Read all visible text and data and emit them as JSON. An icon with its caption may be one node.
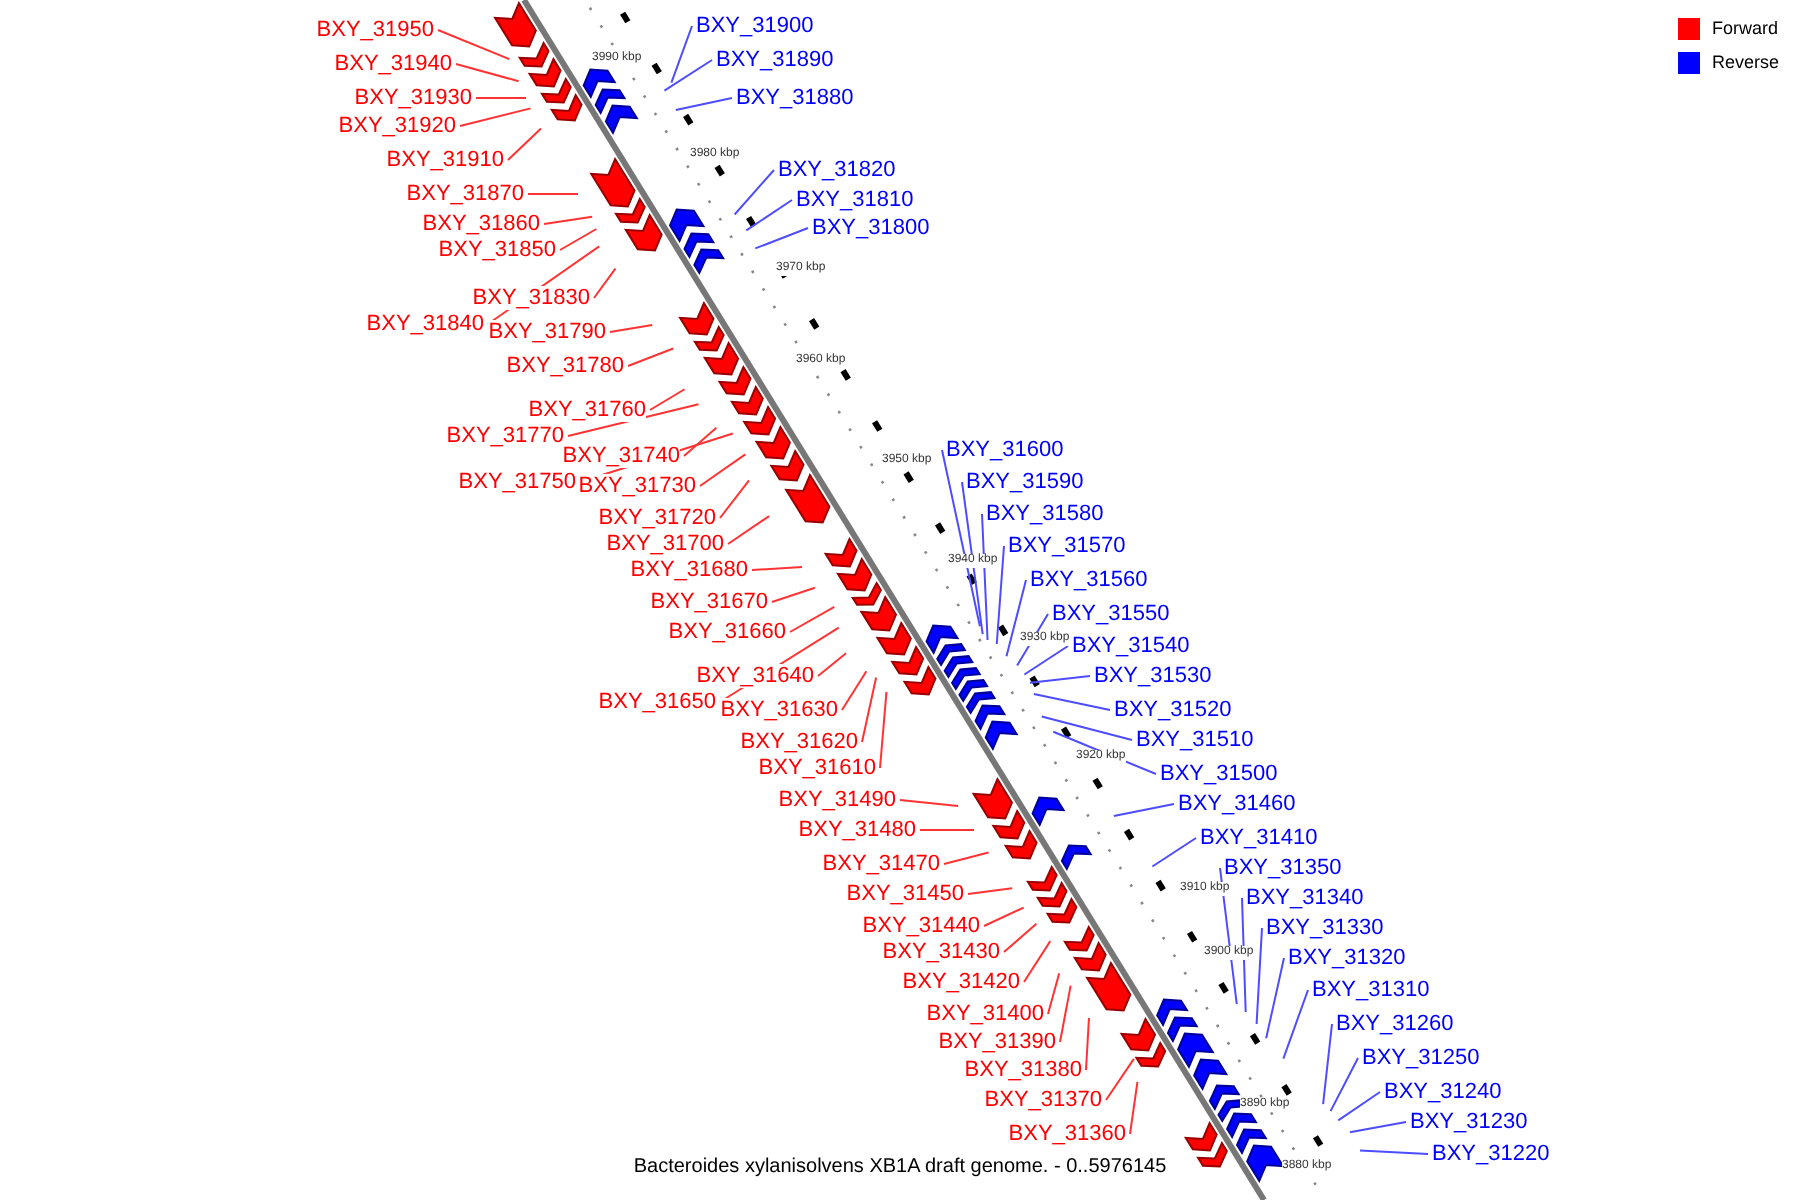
{
  "diagram": {
    "caption": "Bacteroides xylanisolvens XB1A draft genome. - 0..5976145",
    "nodes": [
      {
        "text": [
          "BXY_31950"
        ]
      },
      {
        "text": [
          "BXY_31940"
        ]
      },
      {
        "text": [
          "BXY_31930"
        ]
      },
      {
        "text": [
          "BXY_31920"
        ]
      },
      {
        "text": [
          "BXY_31910"
        ]
      },
      {
        "text": [
          "BXY_31870"
        ]
      },
      {
        "text": [
          "BXY_31860"
        ]
      },
      {
        "text": [
          "BXY_31850"
        ]
      },
      {
        "text": [
          "BXY_31830"
        ]
      },
      {
        "text": [
          "BXY_31840"
        ]
      },
      {
        "text": [
          "BXY_31790"
        ]
      },
      {
        "text": [
          "BXY_31780"
        ]
      },
      {
        "text": [
          "BXY_31760"
        ]
      },
      {
        "text": [
          "BXY_31770"
        ]
      },
      {
        "text": [
          "BXY_31740"
        ]
      },
      {
        "text": [
          "BXY_31750"
        ]
      },
      {
        "text": [
          "BXY_31730"
        ]
      },
      {
        "text": [
          "BXY_31720"
        ]
      },
      {
        "text": [
          "BXY_31700"
        ]
      },
      {
        "text": [
          "BXY_31680"
        ]
      },
      {
        "text": [
          "BXY_31670"
        ]
      },
      {
        "text": [
          "BXY_31660"
        ]
      },
      {
        "text": [
          "BXY_31640"
        ]
      },
      {
        "text": [
          "BXY_31650"
        ]
      },
      {
        "text": [
          "BXY_31630"
        ]
      },
      {
        "text": [
          "BXY_31620"
        ]
      },
      {
        "text": [
          "BXY_31610"
        ]
      },
      {
        "text": [
          "BXY_31490"
        ]
      },
      {
        "text": [
          "BXY_31480"
        ]
      },
      {
        "text": [
          "BXY_31470"
        ]
      },
      {
        "text": [
          "BXY_31450"
        ]
      },
      {
        "text": [
          "BXY_31440"
        ]
      },
      {
        "text": [
          "BXY_31430"
        ]
      },
      {
        "text": [
          "BXY_31420"
        ]
      },
      {
        "text": [
          "BXY_31400"
        ]
      },
      {
        "text": [
          "BXY_31390"
        ]
      },
      {
        "text": [
          "BXY_31380"
        ]
      },
      {
        "text": [
          "BXY_31370"
        ]
      },
      {
        "text": [
          "BXY_31360"
        ]
      },
      {
        "text": [
          "BXY_31900"
        ]
      },
      {
        "text": [
          "BXY_31890"
        ]
      },
      {
        "text": [
          "BXY_31880"
        ]
      },
      {
        "text": [
          "BXY_31820"
        ]
      },
      {
        "text": [
          "BXY_31810"
        ]
      },
      {
        "text": [
          "BXY_31800"
        ]
      },
      {
        "text": [
          "BXY_31600"
        ]
      },
      {
        "text": [
          "BXY_31590"
        ]
      },
      {
        "text": [
          "BXY_31580"
        ]
      },
      {
        "text": [
          "BXY_31570"
        ]
      },
      {
        "text": [
          "BXY_31560"
        ]
      },
      {
        "text": [
          "BXY_31550"
        ]
      },
      {
        "text": [
          "BXY_31540"
        ]
      },
      {
        "text": [
          "BXY_31530"
        ]
      },
      {
        "text": [
          "BXY_31520"
        ]
      },
      {
        "text": [
          "BXY_31510"
        ]
      },
      {
        "text": [
          "BXY_31500"
        ]
      },
      {
        "text": [
          "BXY_31460"
        ]
      },
      {
        "text": [
          "BXY_31410"
        ]
      },
      {
        "text": [
          "BXY_31350"
        ]
      },
      {
        "text": [
          "BXY_31340"
        ]
      },
      {
        "text": [
          "BXY_31330"
        ]
      },
      {
        "text": [
          "BXY_31320"
        ]
      },
      {
        "text": [
          "BXY_31310"
        ]
      },
      {
        "text": [
          "BXY_31260"
        ]
      },
      {
        "text": [
          "BXY_31250"
        ]
      },
      {
        "text": [
          "BXY_31240"
        ]
      },
      {
        "text": [
          "BXY_31230"
        ]
      },
      {
        "text": [
          "BXY_31220"
        ]
      }
    ],
    "edges": [
      {
        "from": 0,
        "to": null,
        "arrow": "none"
      },
      {
        "from": 1,
        "to": null,
        "arrow": "none"
      },
      {
        "from": 2,
        "to": null,
        "arrow": "none"
      },
      {
        "from": 3,
        "to": null,
        "arrow": "none"
      },
      {
        "from": 4,
        "to": null,
        "arrow": "none"
      },
      {
        "from": 5,
        "to": null,
        "arrow": "none"
      },
      {
        "from": 6,
        "to": null,
        "arrow": "none"
      },
      {
        "from": 7,
        "to": null,
        "arrow": "none"
      },
      {
        "from": 8,
        "to": null,
        "arrow": "none"
      },
      {
        "from": 9,
        "to": null,
        "arrow": "none"
      },
      {
        "from": 10,
        "to": null,
        "arrow": "none"
      },
      {
        "from": 11,
        "to": null,
        "arrow": "none"
      },
      {
        "from": 12,
        "to": null,
        "arrow": "none"
      },
      {
        "from": 13,
        "to": null,
        "arrow": "none"
      },
      {
        "from": 14,
        "to": null,
        "arrow": "none"
      },
      {
        "from": 15,
        "to": null,
        "arrow": "none"
      },
      {
        "from": 16,
        "to": null,
        "arrow": "none"
      },
      {
        "from": 17,
        "to": null,
        "arrow": "none"
      },
      {
        "from": 18,
        "to": null,
        "arrow": "none"
      },
      {
        "from": 19,
        "to": null,
        "arrow": "none"
      },
      {
        "from": 20,
        "to": null,
        "arrow": "none"
      },
      {
        "from": 21,
        "to": null,
        "arrow": "none"
      },
      {
        "from": 22,
        "to": null,
        "arrow": "none"
      },
      {
        "from": 23,
        "to": null,
        "arrow": "none"
      },
      {
        "from": 24,
        "to": null,
        "arrow": "none"
      },
      {
        "from": 25,
        "to": null,
        "arrow": "none"
      },
      {
        "from": 26,
        "to": null,
        "arrow": "none"
      },
      {
        "from": 27,
        "to": null,
        "arrow": "none"
      },
      {
        "from": 28,
        "to": null,
        "arrow": "none"
      },
      {
        "from": 29,
        "to": null,
        "arrow": "none"
      },
      {
        "from": 30,
        "to": null,
        "arrow": "none"
      },
      {
        "from": 31,
        "to": null,
        "arrow": "none"
      },
      {
        "from": 32,
        "to": null,
        "arrow": "none"
      },
      {
        "from": 33,
        "to": null,
        "arrow": "none"
      },
      {
        "from": 34,
        "to": null,
        "arrow": "none"
      },
      {
        "from": 35,
        "to": null,
        "arrow": "none"
      },
      {
        "from": 36,
        "to": null,
        "arrow": "none"
      },
      {
        "from": 37,
        "to": null,
        "arrow": "none"
      },
      {
        "from": 38,
        "to": null,
        "arrow": "none"
      },
      {
        "from": 39,
        "to": null,
        "arrow": "none",
        "color": "#4d4dff"
      },
      {
        "from": 40,
        "to": null,
        "arrow": "none",
        "color": "#4d4dff"
      },
      {
        "from": 41,
        "to": null,
        "arrow": "none",
        "color": "#4d4dff"
      },
      {
        "from": 42,
        "to": null,
        "arrow": "none",
        "color": "#4d4dff"
      },
      {
        "from": 43,
        "to": null,
        "arrow": "none",
        "color": "#4d4dff"
      },
      {
        "from": 44,
        "to": null,
        "arrow": "none",
        "color": "#4d4dff"
      },
      {
        "from": 45,
        "to": null,
        "arrow": "none",
        "color": "#4d4dff"
      },
      {
        "from": 46,
        "to": null,
        "arrow": "none",
        "color": "#4d4dff"
      },
      {
        "from": 47,
        "to": null,
        "arrow": "none",
        "color": "#4d4dff"
      },
      {
        "from": 48,
        "to": null,
        "arrow": "none",
        "color": "#4d4dff"
      },
      {
        "from": 49,
        "to": null,
        "arrow": "none",
        "color": "#4d4dff"
      },
      {
        "from": 50,
        "to": null,
        "arrow": "none",
        "color": "#4d4dff"
      },
      {
        "from": 51,
        "to": null,
        "arrow": "none",
        "color": "#4d4dff"
      },
      {
        "from": 52,
        "to": null,
        "arrow": "none",
        "color": "#4d4dff"
      },
      {
        "from": 53,
        "to": null,
        "arrow": "none",
        "color": "#4d4dff"
      },
      {
        "from": 54,
        "to": null,
        "arrow": "none",
        "color": "#4d4dff"
      },
      {
        "from": 55,
        "to": null,
        "arrow": "none",
        "color": "#4d4dff"
      },
      {
        "from": 56,
        "to": null,
        "arrow": "none",
        "color": "#4d4dff"
      },
      {
        "from": 57,
        "to": null,
        "arrow": "none",
        "color": "#4d4dff"
      },
      {
        "from": 58,
        "to": null,
        "arrow": "none",
        "color": "#4d4dff"
      },
      {
        "from": 59,
        "to": null,
        "arrow": "none",
        "color": "#4d4dff"
      },
      {
        "from": 60,
        "to": null,
        "arrow": "none",
        "color": "#4d4dff"
      },
      {
        "from": 61,
        "to": null,
        "arrow": "none",
        "color": "#4d4dff"
      },
      {
        "from": 62,
        "to": null,
        "arrow": "none",
        "color": "#4d4dff"
      },
      {
        "from": 63,
        "to": null,
        "arrow": "none",
        "color": "#4d4dff"
      },
      {
        "from": 64,
        "to": null,
        "arrow": "none",
        "color": "#4d4dff"
      },
      {
        "from": 65,
        "to": null,
        "arrow": "none",
        "color": "#4d4dff"
      },
      {
        "from": 66,
        "to": null,
        "arrow": "none",
        "color": "#4d4dff"
      },
      {
        "from": 67,
        "to": null,
        "arrow": "none",
        "color": "#4d4dff"
      }
    ],
    "labels": [
      "3990 kbp",
      "3980 kbp",
      "3970 kbp",
      "3960 kbp",
      "3950 kbp",
      "3940 kbp",
      "3930 kbp",
      "3920 kbp",
      "3910 kbp",
      "3900 kbp",
      "3890 kbp",
      "3880 kbp"
    ],
    "legend": [
      {
        "text": "Forward",
        "color": "#ff0000"
      },
      {
        "text": "Reverse",
        "color": "#0000ff"
      }
    ]
  }
}
